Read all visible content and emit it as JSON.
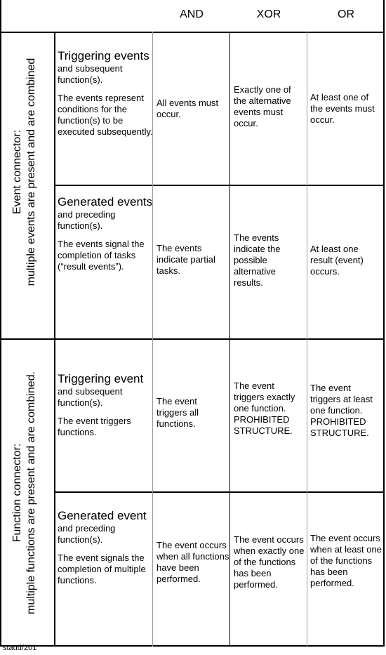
{
  "header": {
    "and": "AND",
    "xor": "XOR",
    "or": "OR"
  },
  "groups": {
    "event_connector": {
      "line1": "Event connector:",
      "line2": "multiple events are present and are combined"
    },
    "function_connector": {
      "line1": "Function connector:",
      "line2": "multiple functions are present and are combined."
    }
  },
  "rows": [
    {
      "title_big": "Triggering events",
      "title_small": "and subsequent function(s).",
      "desc": "The events represent conditions for the function(s) to be executed subsequently.",
      "and": "All events must occur.",
      "xor": "Exactly one of the alternative events must occur.",
      "or": "At least one of the events must occur."
    },
    {
      "title_big": "Generated events",
      "title_small": "and preceding function(s).",
      "desc": "The events signal the completion of tasks (“result events”).",
      "and": "The events indicate partial tasks.",
      "xor": "The events indicate the possible alternative results.",
      "or": "At least one result (event) occurs."
    },
    {
      "title_big": "Triggering event",
      "title_small": "and subsequent function(s).",
      "desc": "The event triggers functions.",
      "and": "The event triggers all functions.",
      "xor": "The event triggers exactly one function. PROHIBITED STRUCTURE.",
      "or": "The event triggers at least one function. PROHIBITED STRUCTURE."
    },
    {
      "title_big": "Generated event",
      "title_small": "and preceding function(s).",
      "desc": "The event signals the completion of multiple functions.",
      "and": "The event occurs when all functions have been performed.",
      "xor": "The event occurs when exactly one of the functions has been performed.",
      "or": "The event occurs when at least one of the functions has been performed."
    }
  ],
  "footer": "staud/201"
}
